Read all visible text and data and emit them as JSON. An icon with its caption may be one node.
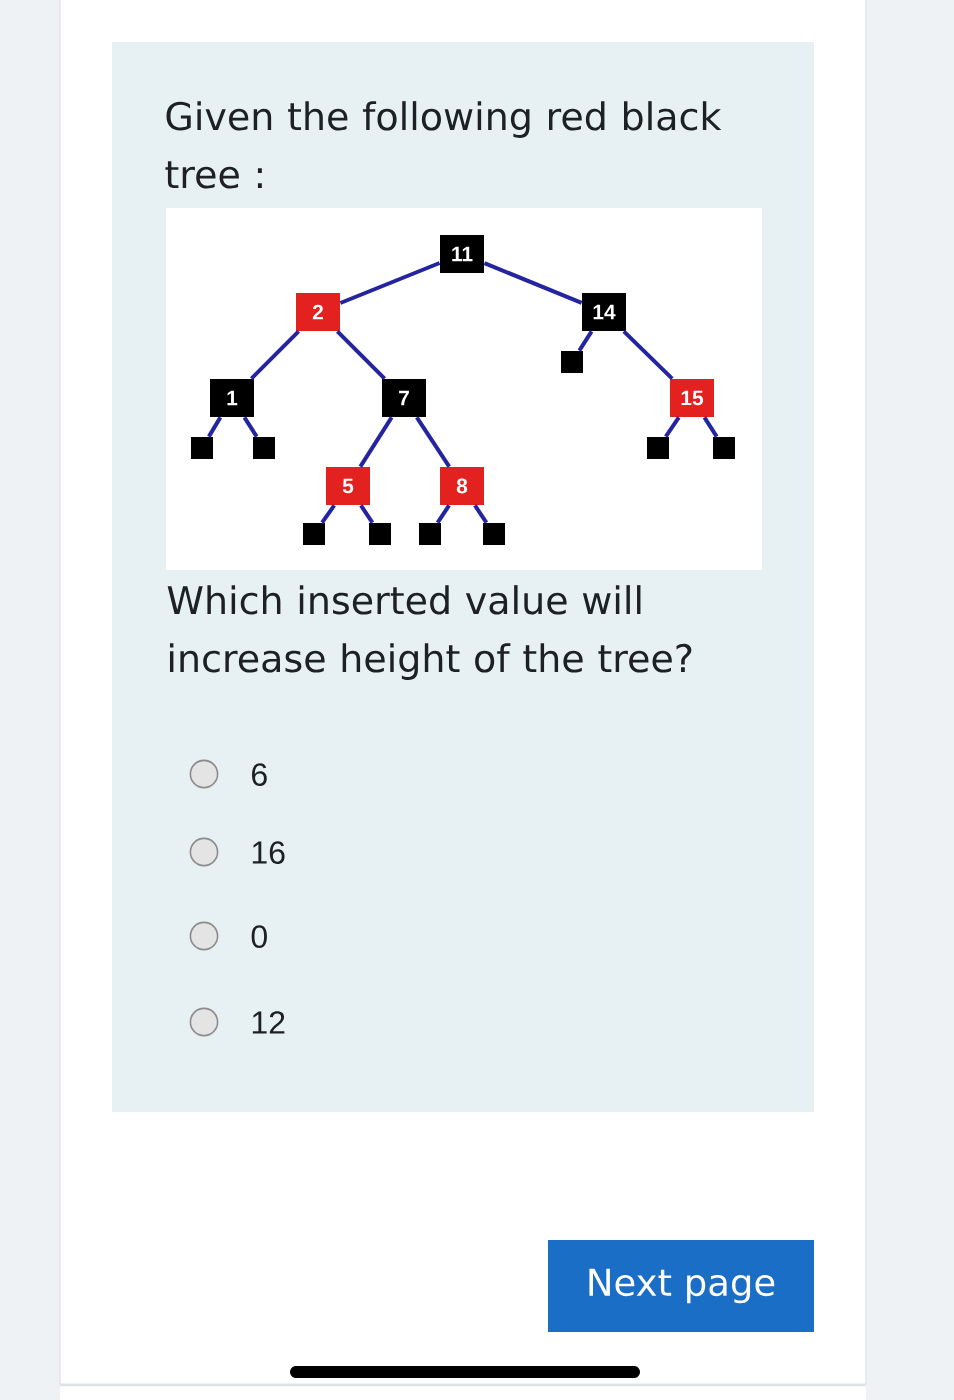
{
  "diagram": {
    "nodes": [
      {
        "text": [
          "11"
        ]
      },
      {
        "text": [
          "2"
        ]
      },
      {
        "text": [
          "14"
        ]
      },
      {
        "text": [],
        "shape": "box"
      },
      {
        "text": [
          "1"
        ]
      },
      {
        "text": [
          "7"
        ]
      },
      {
        "text": [
          "15"
        ]
      },
      {
        "text": [],
        "shape": "box"
      },
      {
        "text": [],
        "shape": "box"
      },
      {
        "text": [],
        "shape": "box"
      },
      {
        "text": [],
        "shape": "box"
      },
      {
        "text": [
          "5"
        ]
      },
      {
        "text": [
          "8"
        ]
      },
      {
        "text": [],
        "shape": "box"
      },
      {
        "text": [],
        "shape": "box"
      },
      {
        "text": [],
        "shape": "box"
      },
      {
        "text": [],
        "shape": "box"
      }
    ],
    "edges": [
      {
        "from": 0,
        "to": 1,
        "arrow": "none"
      },
      {
        "from": 0,
        "to": 2,
        "arrow": "none"
      },
      {
        "from": 1,
        "to": 4,
        "arrow": "none"
      },
      {
        "from": 1,
        "to": 5,
        "arrow": "none"
      },
      {
        "from": 2,
        "to": 3,
        "arrow": "none"
      },
      {
        "from": 2,
        "to": 6,
        "arrow": "none"
      },
      {
        "from": 4,
        "to": 7,
        "arrow": "none"
      },
      {
        "from": 4,
        "to": 8,
        "arrow": "none"
      },
      {
        "from": 5,
        "to": 11,
        "arrow": "none"
      },
      {
        "from": 5,
        "to": 12,
        "arrow": "none"
      },
      {
        "from": 6,
        "to": 9,
        "arrow": "none"
      },
      {
        "from": 6,
        "to": 10,
        "arrow": "none"
      },
      {
        "from": 11,
        "to": 13,
        "arrow": "none"
      },
      {
        "from": 11,
        "to": 14,
        "arrow": "none"
      },
      {
        "from": 12,
        "to": 15,
        "arrow": "none"
      },
      {
        "from": 12,
        "to": 16,
        "arrow": "none"
      }
    ],
    "labels": [
      "Given the following red black tree :",
      "Which inserted value will increase height of the tree?",
      "6",
      "16",
      "0",
      "12",
      "Next page"
    ]
  }
}
